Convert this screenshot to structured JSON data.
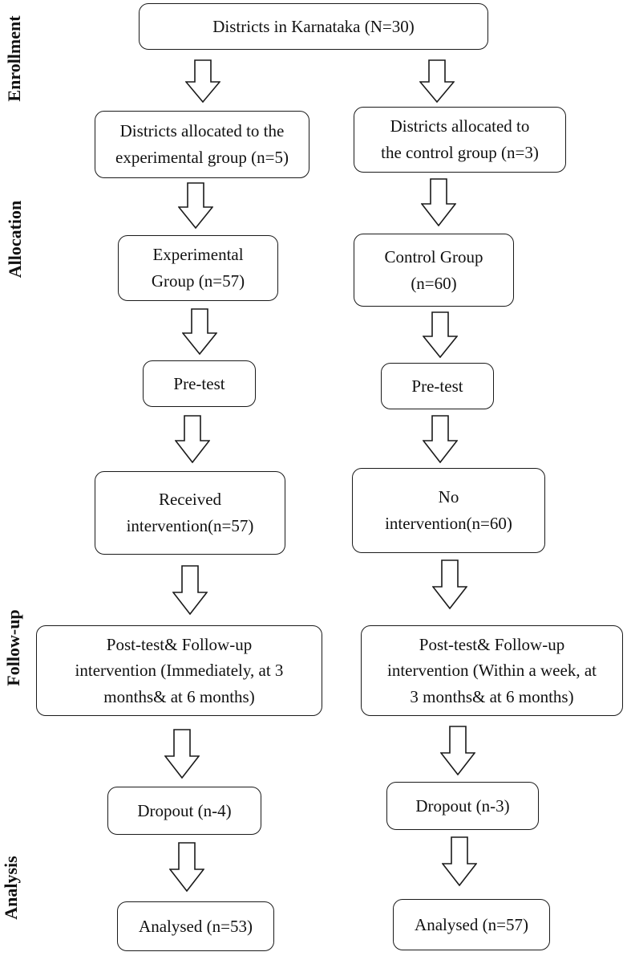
{
  "stages": {
    "enrollment": "Enrollment",
    "allocation": "Allocation",
    "followup": "Follow-up",
    "analysis": "Analysis"
  },
  "top": {
    "line1": "Districts in Karnataka (N=30)"
  },
  "experimental": {
    "allocated": {
      "line1": "Districts allocated to the",
      "line2": "experimental group (n=5)"
    },
    "group": {
      "line1": "Experimental",
      "line2": "Group (n=57)"
    },
    "pretest": {
      "line1": "Pre-test"
    },
    "intervention": {
      "line1": "Received",
      "line2": "intervention(n=57)"
    },
    "posttest": {
      "line1": "Post-test& Follow-up",
      "line2": "intervention (Immediately, at 3",
      "line3": "months& at 6 months)"
    },
    "dropout": {
      "line1": "Dropout (n-4)"
    },
    "analysed": {
      "line1": "Analysed (n=53)"
    }
  },
  "control": {
    "allocated": {
      "line1": "Districts allocated to",
      "line2": "the control group (n=3)"
    },
    "group": {
      "line1": "Control Group",
      "line2": "(n=60)"
    },
    "pretest": {
      "line1": "Pre-test"
    },
    "intervention": {
      "line1": "No",
      "line2": "intervention(n=60)"
    },
    "posttest": {
      "line1": "Post-test& Follow-up",
      "line2": "intervention (Within a week, at",
      "line3": "3 months& at 6 months)"
    },
    "dropout": {
      "line1": "Dropout (n-3)"
    },
    "analysed": {
      "line1": "Analysed (n=57)"
    }
  }
}
